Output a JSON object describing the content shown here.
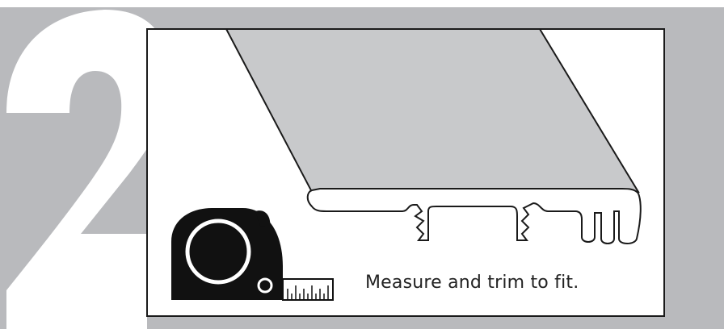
{
  "step": {
    "number": "2"
  },
  "caption": "Measure and trim to fit.",
  "colors": {
    "step_background": "#b9babd",
    "step_numeral": "#ffffff",
    "panel_border": "#1a1a1a",
    "stair_nose_fill": "#c8c9cb",
    "outline": "#1a1a1a",
    "tape_measure": "#111111"
  },
  "icons": {
    "tape_measure": "tape-measure-icon",
    "stair_nose_molding": "stair-nose-molding-illustration"
  }
}
